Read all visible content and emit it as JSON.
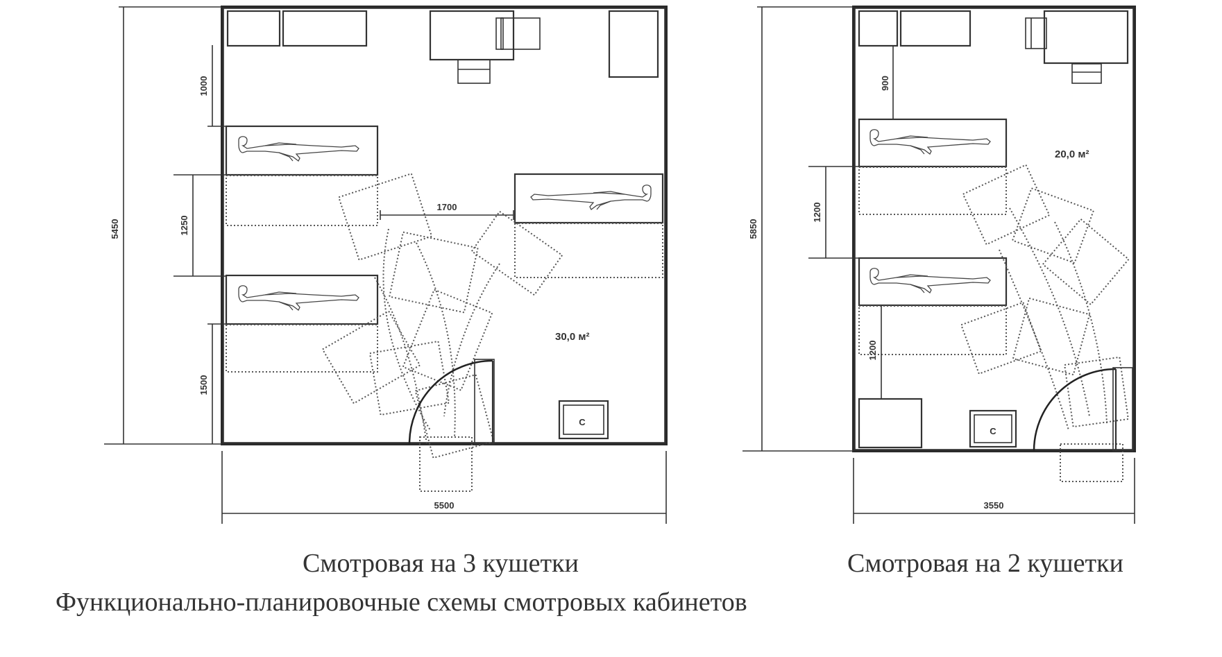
{
  "plan_left": {
    "dim_total_width": "5500",
    "dim_total_height": "5450",
    "dim_1000": "1000",
    "dim_1250": "1250",
    "dim_1500": "1500",
    "dim_1700": "1700",
    "area": "30,0 м²",
    "sink_label": "C",
    "caption": "Смотровая на 3 кушетки"
  },
  "plan_right": {
    "dim_total_width": "3550",
    "dim_total_height": "5850",
    "dim_900": "900",
    "dim_1200_a": "1200",
    "dim_1200_b": "1200",
    "area": "20,0 м²",
    "sink_label": "C",
    "caption": "Смотровая на 2 кушетки"
  },
  "figure_caption": "Функционально-планировочные схемы смотровых кабинетов"
}
